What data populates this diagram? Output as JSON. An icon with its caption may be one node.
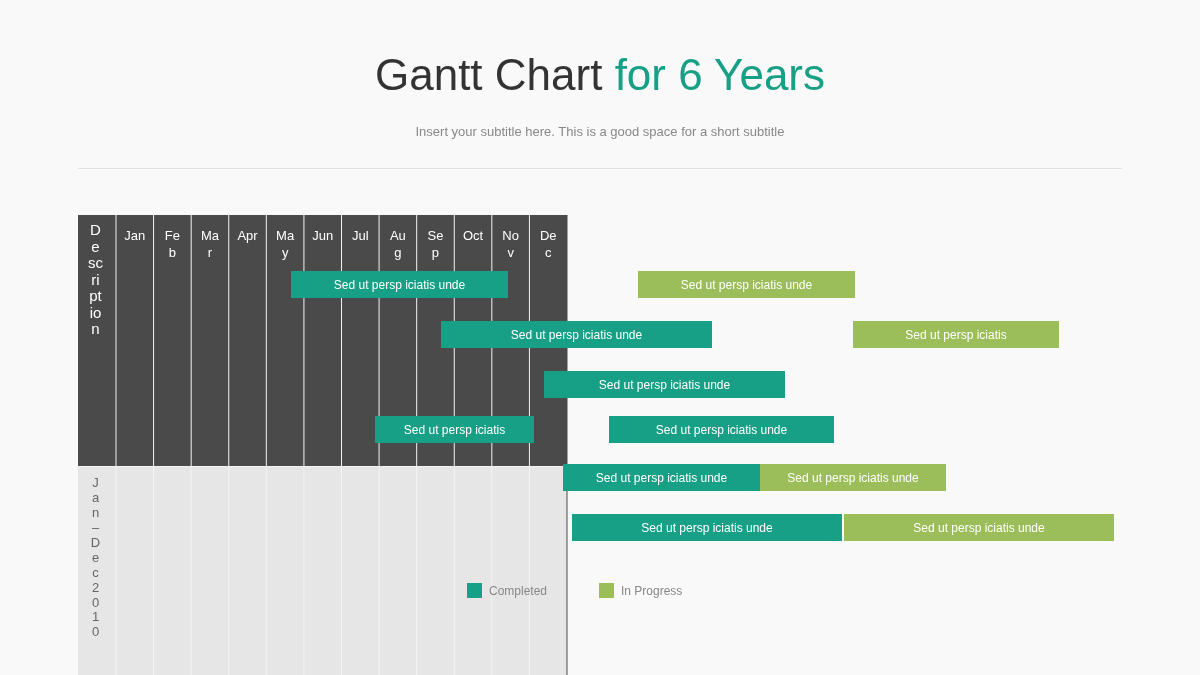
{
  "diagram": {
    "title": "Gantt Chart for 6 Years",
    "nodes": [
      {
        "text": [
          "Sed ut persp iciatis unde"
        ]
      },
      {
        "text": [
          "Sed ut persp iciatis unde"
        ]
      },
      {
        "text": [
          "Sed ut persp iciatis unde"
        ]
      },
      {
        "text": [
          "Sed ut persp iciatis"
        ]
      },
      {
        "text": [
          "Sed ut persp iciatis unde"
        ]
      },
      {
        "text": [
          "Sed ut persp iciatis"
        ]
      },
      {
        "text": [
          "Sed ut persp iciatis unde"
        ]
      },
      {
        "text": [
          "Sed ut persp iciatis unde"
        ]
      },
      {
        "text": [
          "Sed ut persp iciatis unde"
        ]
      },
      {
        "text": [
          "Sed ut persp iciatis unde"
        ]
      },
      {
        "text": [
          "Sed ut persp iciatis unde"
        ]
      }
    ],
    "edges": [],
    "labels": [
      "Insert your subtitle here. This is a good space for a short subtitle",
      "Description",
      "Jan",
      "Feb",
      "Mar",
      "Apr",
      "May",
      "Jun",
      "Jul",
      "Aug",
      "Sep",
      "Oct",
      "Nov",
      "Dec",
      "Jan–Dec 2010"
    ],
    "legend": [
      {
        "text": "Completed",
        "color": "#17a085"
      },
      {
        "text": "In Progress",
        "color": "#9bbd5a"
      }
    ]
  }
}
